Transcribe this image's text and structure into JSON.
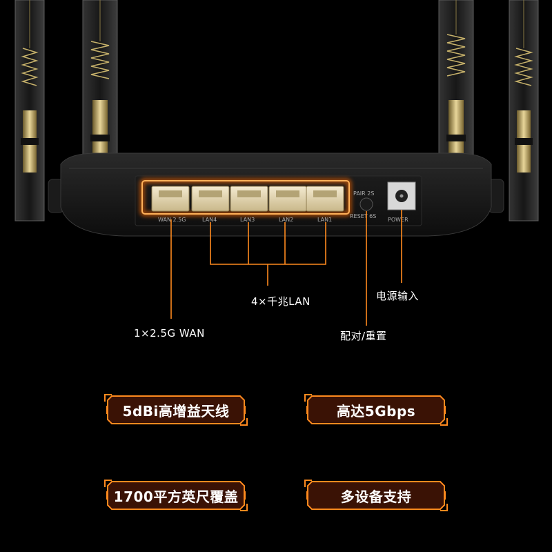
{
  "ports": {
    "wan": "WAN 2.5G",
    "lan4": "LAN4",
    "lan3": "LAN3",
    "lan2": "LAN2",
    "lan1": "LAN1",
    "pair": "PAIR  2S",
    "reset": "RESET  6S",
    "power": "POWER"
  },
  "callouts": {
    "lan": "4×千兆LAN",
    "wan": "1×2.5G WAN",
    "reset": "配对/重置",
    "power": "电源输入"
  },
  "features": {
    "antenna": "5dBi高增益天线",
    "speed": "高达5Gbps",
    "coverage": "1700平方英尺覆盖",
    "devices": "多设备支持"
  },
  "colors": {
    "background": "#000000",
    "accent": "#ff8a1e",
    "glow": "#ff6a00",
    "badge_fill": "#3a1205"
  }
}
